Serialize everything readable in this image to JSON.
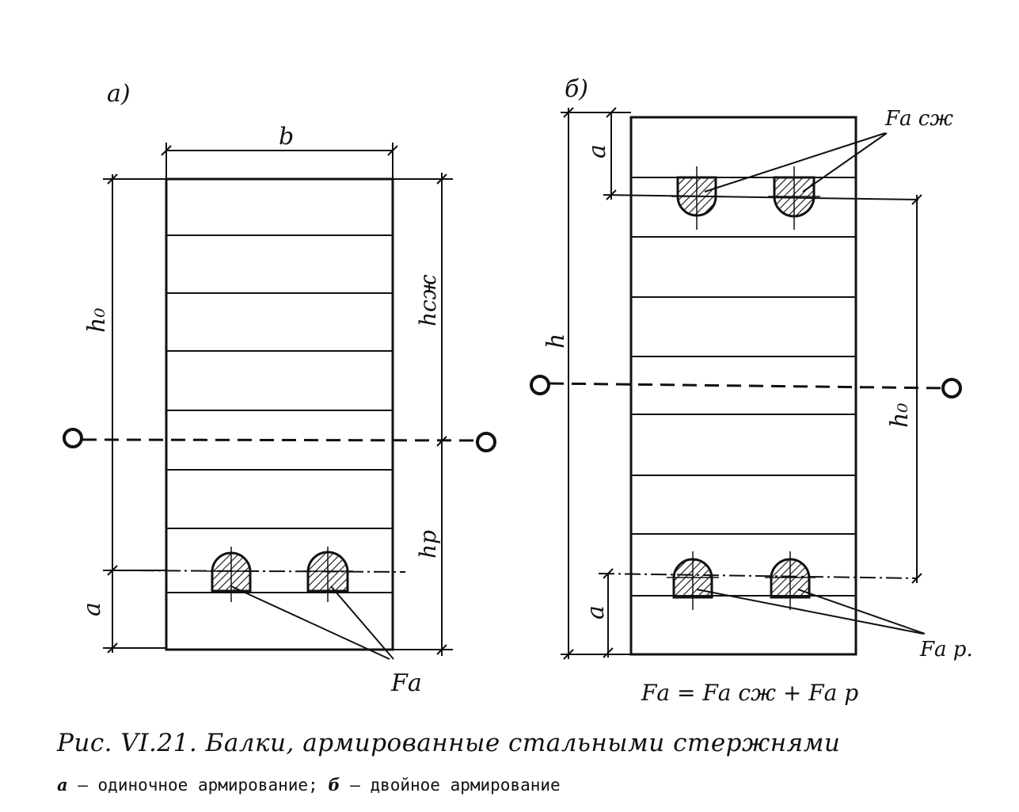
{
  "panel_a": {
    "label": "а)",
    "width_label": "b",
    "effective_depth_label": "h₀",
    "compression_depth_label": "hсж",
    "tension_depth_label": "hр",
    "cover_label": "a",
    "reinforcement_label": "Fа"
  },
  "panel_b": {
    "label": "б)",
    "height_label": "h",
    "effective_depth_label": "h₀",
    "top_cover_label": "a",
    "bottom_cover_label": "a",
    "compression_reinf_label": "Fа сж",
    "tension_reinf_label": "Fа р.",
    "formula": "Fа = Fа сж + Fа р"
  },
  "caption": {
    "title": "Рис. VI.21. Балки, армированные стальными стержнями",
    "sub_a_key": "а",
    "sub_a_text": " — одиночное армирование; ",
    "sub_b_key": "б",
    "sub_b_text": " — двойное армирование"
  }
}
